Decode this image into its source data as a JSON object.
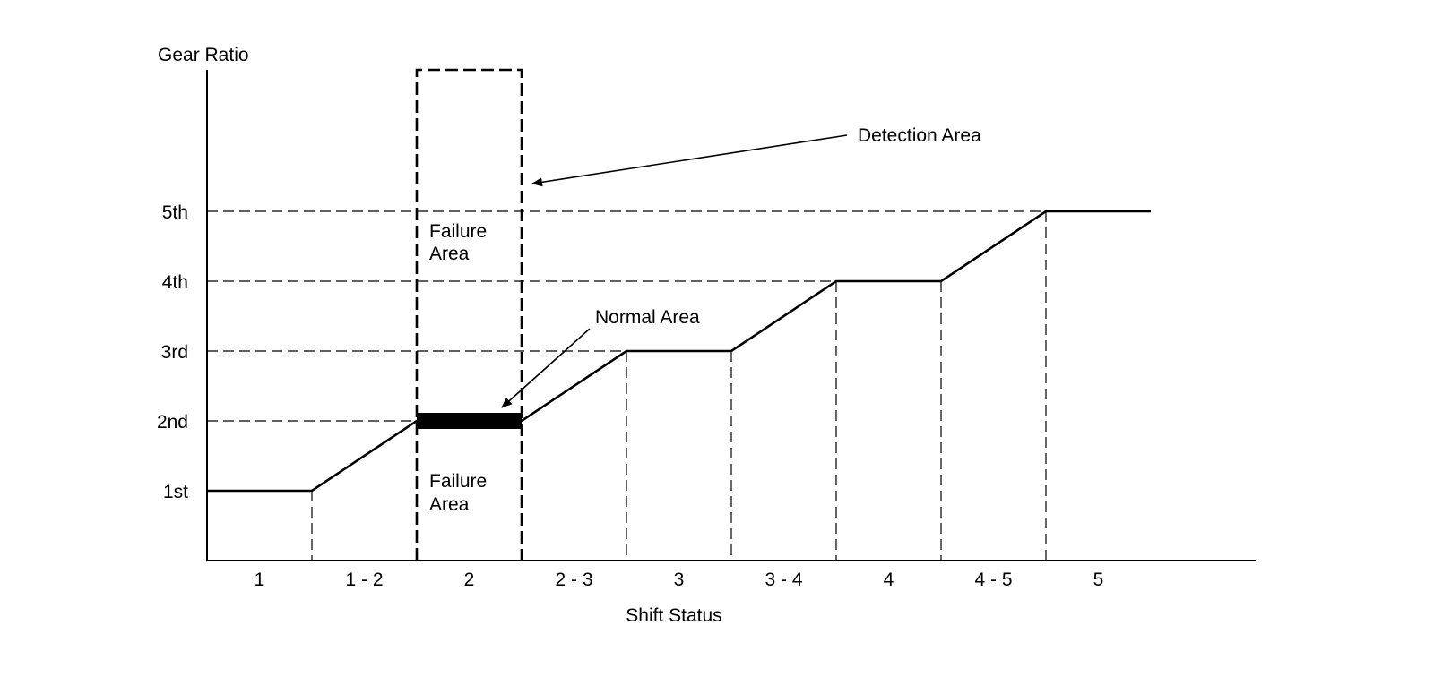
{
  "diagram": {
    "y_axis_label": "Gear Ratio",
    "x_axis_label": "Shift Status",
    "gear_levels": [
      "1st",
      "2nd",
      "3rd",
      "4th",
      "5th"
    ],
    "shift_stages": [
      "1",
      "1 - 2",
      "2",
      "2 - 3",
      "3",
      "3 - 4",
      "4",
      "4 - 5",
      "5"
    ],
    "ratio_profile": [
      1,
      1,
      2,
      2,
      3,
      3,
      4,
      4,
      5,
      5
    ],
    "normal_area": {
      "stage": "2",
      "gear": "2nd"
    },
    "annotations": {
      "detection_area": "Detection Area",
      "normal_area": "Normal Area",
      "failure_area_upper": [
        "Failure",
        "Area"
      ],
      "failure_area_lower": [
        "Failure",
        "Area"
      ]
    }
  }
}
